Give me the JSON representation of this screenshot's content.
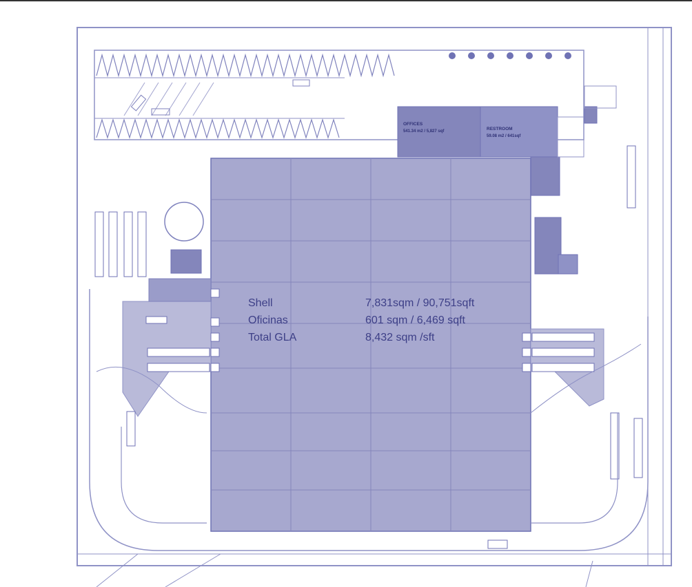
{
  "plan": {
    "stats": [
      {
        "label": "Shell",
        "value": "7,831sqm / 90,751sqft"
      },
      {
        "label": "Oficinas",
        "value": "601 sqm / 6,469 sqft"
      },
      {
        "label": "Total GLA",
        "value": "8,432 sqm /sft"
      }
    ],
    "offices": {
      "title": "OFFICES",
      "area": "541.34 m2 / 5,827 sqf"
    },
    "restroom": {
      "title": "RESTROOM",
      "area": "59.08 m2 / 641sqf"
    }
  },
  "colors": {
    "ink": "#3d3f87",
    "line": "#8f92c6",
    "fill": "#a7a8cf",
    "fill_dark": "#8486bb"
  }
}
